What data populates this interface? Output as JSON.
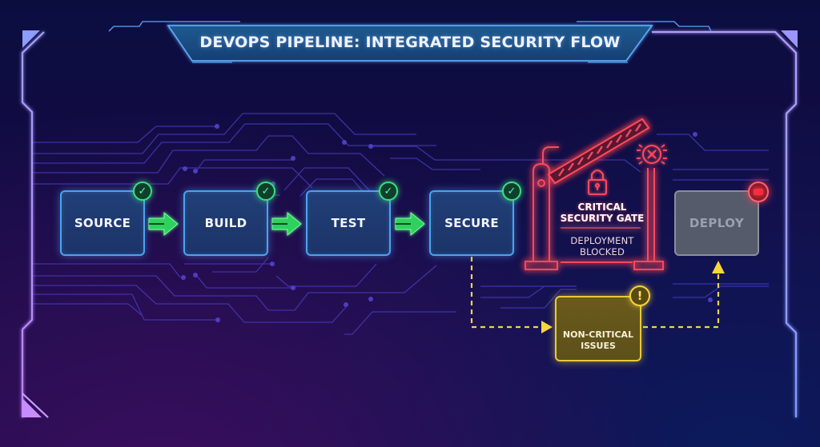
{
  "title": "DEVOPS PIPELINE: INTEGRATED SECURITY FLOW",
  "stages": [
    {
      "label": "SOURCE",
      "status": "passed",
      "status_icon": "check-icon"
    },
    {
      "label": "BUILD",
      "status": "passed",
      "status_icon": "check-icon"
    },
    {
      "label": "TEST",
      "status": "passed",
      "status_icon": "check-icon"
    },
    {
      "label": "SECURE",
      "status": "passed",
      "status_icon": "check-icon"
    }
  ],
  "check_glyph": "✓",
  "gate": {
    "title_line1": "CRITICAL",
    "title_line2": "SECURITY GATE",
    "status_line1": "DEPLOYMENT",
    "status_line2": "BLOCKED",
    "icons": [
      "barrier-gate-icon",
      "lock-icon",
      "alarm-x-icon"
    ]
  },
  "deploy": {
    "label": "DEPLOY",
    "status": "blocked",
    "status_icon": "stop-indicator-icon"
  },
  "issues": {
    "label_line1": "NON-CRITICAL",
    "label_line2": "ISSUES",
    "icon": "warning-triangle-icon",
    "badge_glyph": "!"
  },
  "colors": {
    "stage_border": "#4aa3ef",
    "passed": "#39e07a",
    "critical": "#ff3b4f",
    "warning": "#e8c93a",
    "disabled": "#8a8f9e",
    "frame": "#9d8cff"
  }
}
